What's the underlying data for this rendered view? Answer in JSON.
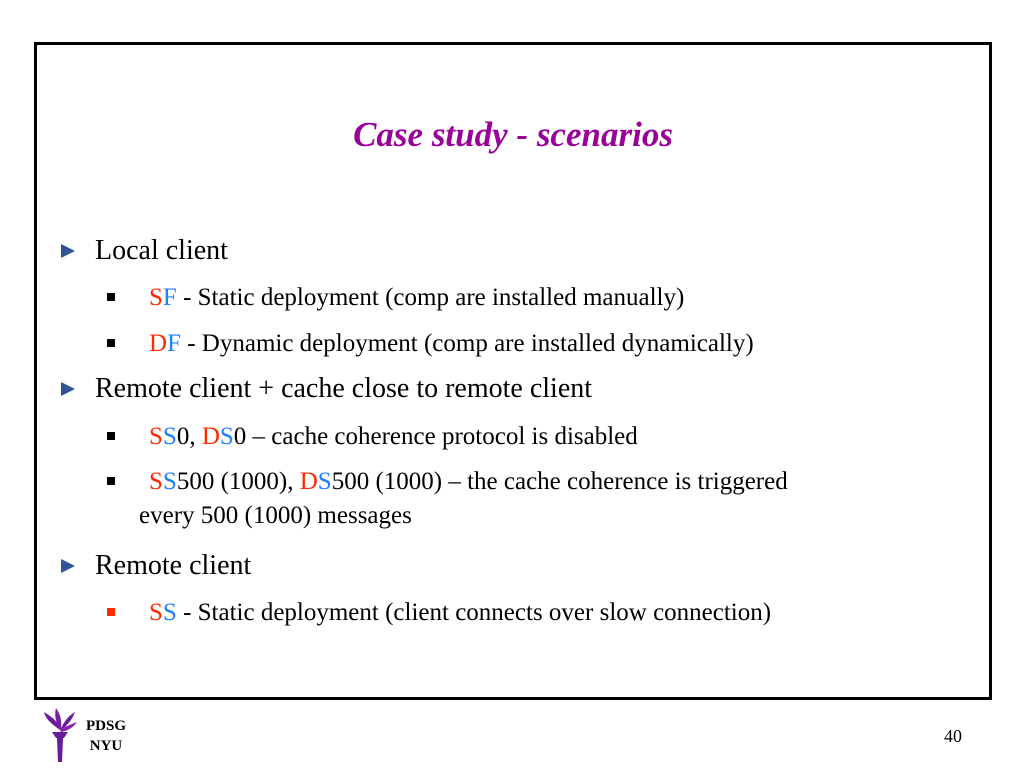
{
  "slide": {
    "title": "Case study - scenarios",
    "sections": [
      {
        "label": "Local client",
        "items": [
          {
            "p1": "S",
            "p2": "F",
            "rest": " - Static deployment (comp are installed manually)"
          },
          {
            "p1": "D",
            "p2": "F",
            "rest": " - Dynamic deployment (comp are installed dynamically)"
          }
        ]
      },
      {
        "label": "Remote client + cache close to remote client",
        "items": [
          {
            "a1": "S",
            "a2": "S",
            "mid": "0, ",
            "b1": "D",
            "b2": "S",
            "rest": "0 – cache coherence protocol is disabled"
          },
          {
            "a1": "S",
            "a2": "S",
            "mid": "500 (1000), ",
            "b1": "D",
            "b2": "S",
            "rest": "500 (1000) – the cache coherence is  triggered",
            "cont": "every 500 (1000) messages"
          }
        ]
      },
      {
        "label": "Remote client",
        "items": [
          {
            "p1": "S",
            "p2": "S",
            "rest": " - Static deployment (client connects over slow connection)"
          }
        ]
      }
    ]
  },
  "footer": {
    "org_line1": "PDSG",
    "org_line2": "NYU",
    "logo_icon": "torch-icon",
    "page_number": "40"
  },
  "colors": {
    "title": "#99009a",
    "red": "#ff2a00",
    "blue": "#1e7fff",
    "arrow": "#2f5597"
  }
}
